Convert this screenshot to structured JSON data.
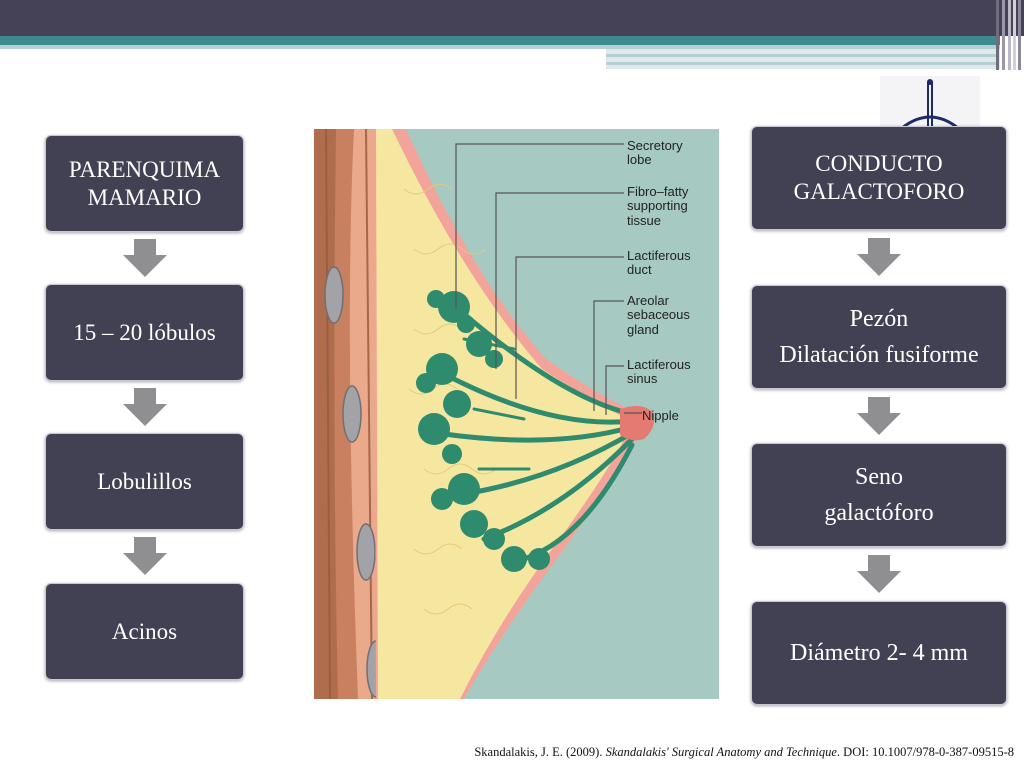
{
  "left_chain": [
    "PARENQUIMA\nMAMARIO",
    "15 – 20 lóbulos",
    "Lobulillos",
    "Acinos"
  ],
  "right_chain": [
    "CONDUCTO\nGALACTOFORO",
    "Pezón\nDilatación fusiforme",
    "Seno\ngalactóforo",
    "Diámetro 2- 4 mm"
  ],
  "figure_labels": {
    "secretory_lobe": "Secretory\nlobe",
    "fibro_fatty": "Fibro–fatty\nsupporting\ntissue",
    "lactiferous_duct": "Lactiferous\nduct",
    "areolar_gland": "Areolar\nsebaceous\ngland",
    "lactiferous_sinus": "Lactiferous\nsinus",
    "nipple": "Nipple"
  },
  "citation": {
    "authors": "Skandalakis, J. E. (2009). ",
    "title": "Skandalakis' Surgical Anatomy and Technique",
    "doi": ". DOI: 10.1007/978-0-387-09515-8"
  },
  "colors": {
    "box_fill": "#424053",
    "arrow": "#8f8f92",
    "header_dark": "#454257",
    "header_teal": "#3f8a8f",
    "duct_green": "#2e8b6e",
    "fat_yellow": "#f6e7a0",
    "background_teal": "#a6c9c2"
  }
}
